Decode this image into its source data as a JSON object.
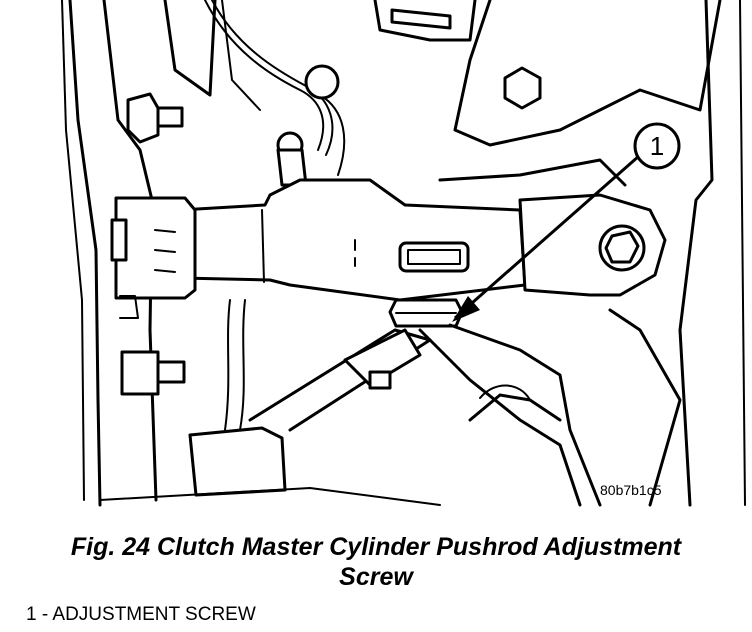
{
  "diagram": {
    "callout_number": "1",
    "image_code": "80b7b1c5"
  },
  "caption": {
    "line1": "Fig. 24 Clutch Master Cylinder Pushrod Adjustment",
    "line2": "Screw"
  },
  "legend": {
    "item1": "1 - ADJUSTMENT SCREW"
  }
}
